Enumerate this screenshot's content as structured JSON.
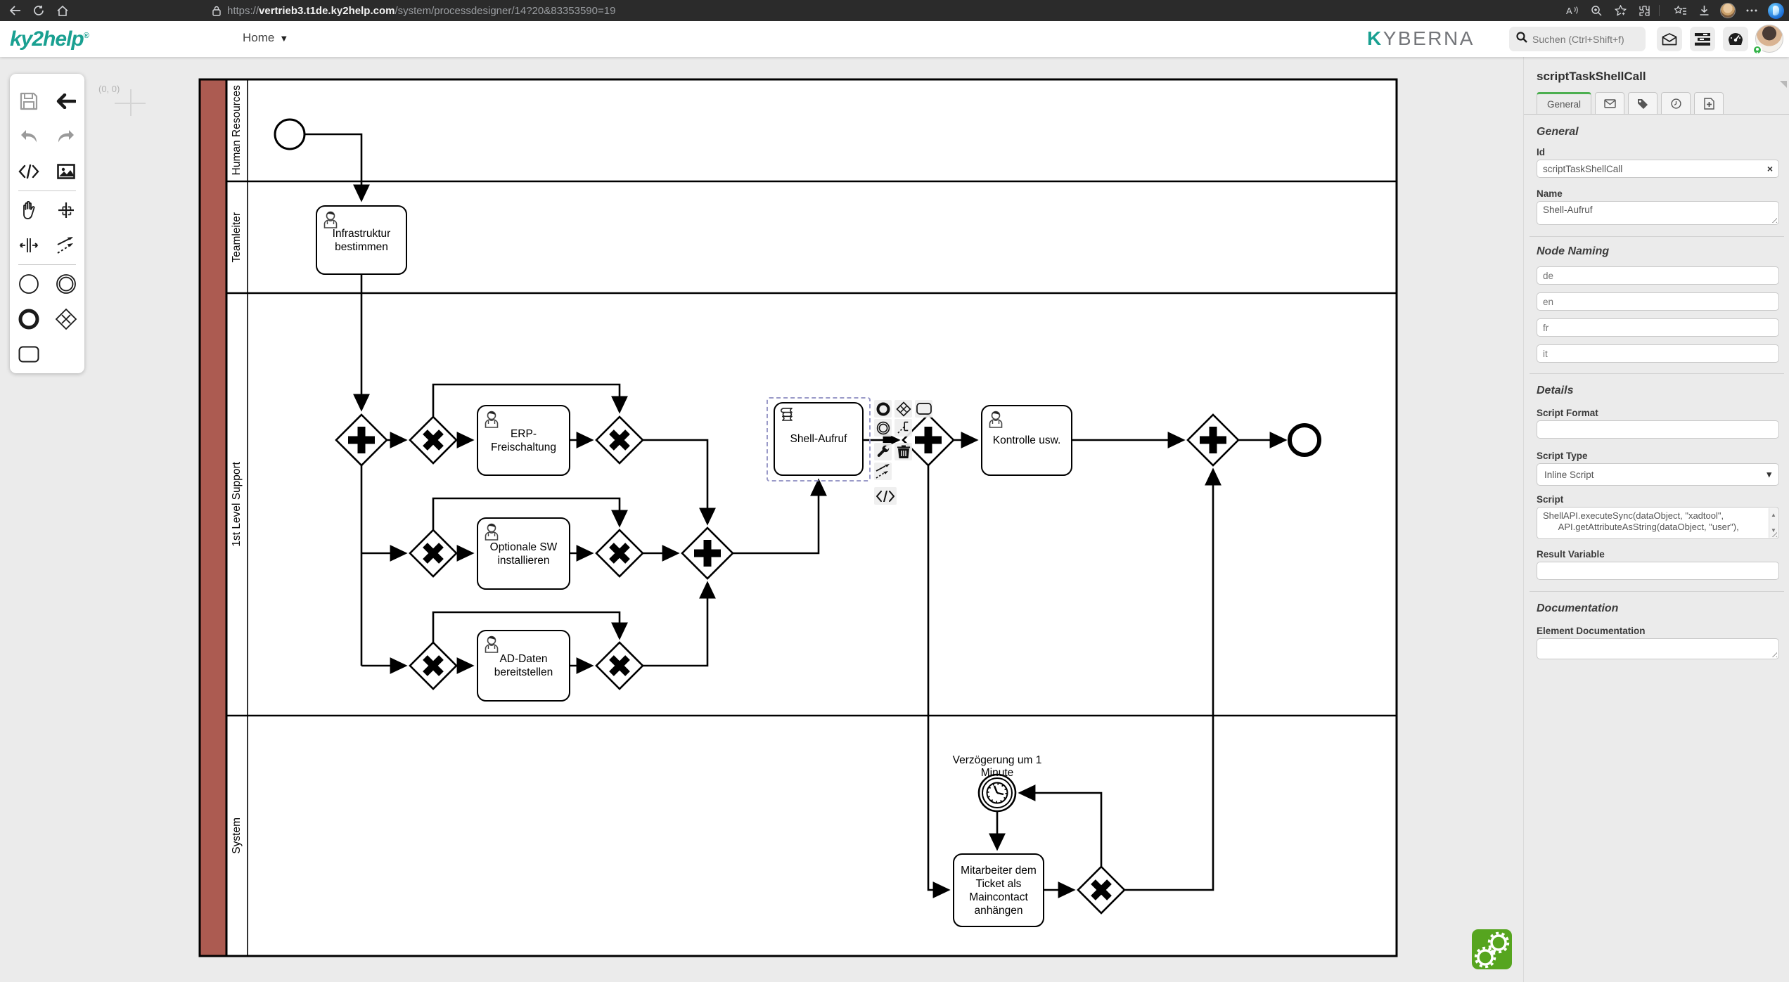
{
  "browser": {
    "url_prefix": "https://",
    "url_host": "vertrieb3.t1de.ky2help.com",
    "url_path": "/system/processdesigner/14?20&83353590=19"
  },
  "header": {
    "logo": "ky2help",
    "logo_sup": "®",
    "nav_home": "Home",
    "brand_rest": "YBERNA",
    "brand_k": "K",
    "search_placeholder": "Suchen (Ctrl+Shift+f)"
  },
  "diagram": {
    "origin_label": "(0, 0)",
    "lanes": [
      {
        "label": "Human Resources"
      },
      {
        "label": "Teamleiter"
      },
      {
        "label": "1st Level Support"
      },
      {
        "label": "System"
      }
    ],
    "tasks": [
      {
        "label": "Infrastruktur bestimmen",
        "type": "user"
      },
      {
        "label": "ERP-Freischaltung",
        "type": "user"
      },
      {
        "label": "Optionale SW installieren",
        "type": "user"
      },
      {
        "label": "AD-Daten bereitstellen",
        "type": "user"
      },
      {
        "label": "Shell-Aufruf",
        "type": "script",
        "selected": true
      },
      {
        "label": "Kontrolle usw.",
        "type": "user"
      },
      {
        "label": "Mitarbeiter dem Ticket als Maincontact anhängen",
        "type": "plain"
      }
    ],
    "events": [
      {
        "label": "Verzögerung um 1 Minute",
        "type": "timer"
      }
    ]
  },
  "panel": {
    "title": "scriptTaskShellCall",
    "tabs": {
      "general_label": "General"
    },
    "general": {
      "heading": "General",
      "id_label": "Id",
      "id_value": "scriptTaskShellCall",
      "id_clear": "×",
      "name_label": "Name",
      "name_value": "Shell-Aufruf"
    },
    "node_naming": {
      "heading": "Node Naming",
      "placeholders": [
        "de",
        "en",
        "fr",
        "it"
      ]
    },
    "details": {
      "heading": "Details",
      "script_format_label": "Script Format",
      "script_type_label": "Script Type",
      "script_type_value": "Inline Script",
      "script_label": "Script",
      "script_value": "ShellAPI.executeSync(dataObject, \"xadtool\",\n      API.getAttributeAsString(dataObject, \"user\"),",
      "result_variable_label": "Result Variable"
    },
    "documentation": {
      "heading": "Documentation",
      "element_doc_label": "Element Documentation"
    }
  },
  "colors": {
    "accent_teal": "#19a091",
    "tab_active_green": "#4caf50",
    "lane_header_red": "#ac5b51",
    "selection_lavender": "#9a9ac8",
    "logo_green": "#56a51f"
  }
}
